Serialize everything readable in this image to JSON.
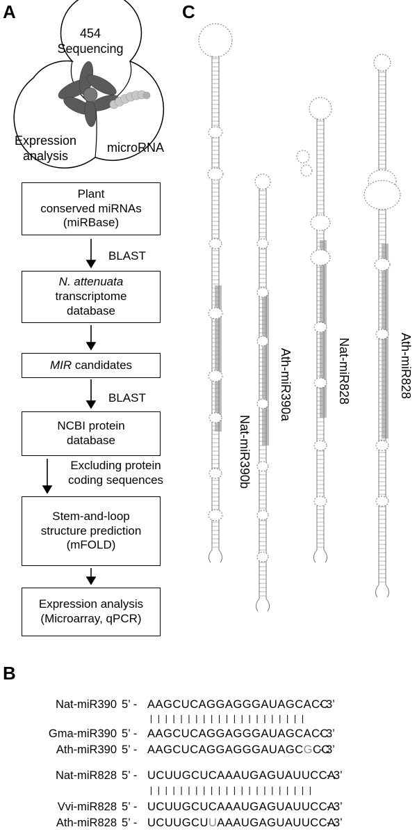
{
  "panels": {
    "a": "A",
    "b": "B",
    "c": "C"
  },
  "venn": {
    "top": [
      "454",
      "Sequencing"
    ],
    "left": [
      "Expression",
      "analysis"
    ],
    "right": "microRNA"
  },
  "flow": {
    "box1": [
      "Plant",
      "conserved miRNAs",
      "(miRBase)"
    ],
    "arrow1": "BLAST",
    "box2_italic": "N. attenuata",
    "box2_rest": [
      "transcriptome",
      "database"
    ],
    "box3_italic": "MIR",
    "box3_rest": " candidates",
    "arrow3": "BLAST",
    "box4": [
      "NCBI protein",
      "database"
    ],
    "arrow4": [
      "Excluding protein",
      "coding sequences"
    ],
    "box5": [
      "Stem-and-loop",
      "structure prediction",
      "(mFOLD)"
    ],
    "box6": [
      "Expression analysis",
      "(Microarray, qPCR)"
    ]
  },
  "hairpins": [
    {
      "label": "Nat-miR390b"
    },
    {
      "label": "Ath-miR390a"
    },
    {
      "label": "Nat-miR828"
    },
    {
      "label": "Ath-miR828"
    }
  ],
  "alignments": {
    "prime5": "5’ -",
    "prime3": "- 3’",
    "group1": [
      {
        "name": "Nat-miR390",
        "seq": "AAGCUCAGGAGGGAUAGCACC",
        "mismatch_index": -1
      },
      {
        "name": "Gma-miR390",
        "seq": "AAGCUCAGGAGGGAUAGCACC",
        "mismatch_index": -1
      },
      {
        "name": "Ath-miR390",
        "seq": "AAGCUCAGGAGGGAUAGCGCC",
        "mismatch_index": 18
      }
    ],
    "group2": [
      {
        "name": "Nat-miR828",
        "seq": "UCUUGCUCAAAUGAGUAUUCCA",
        "mismatch_index": -1
      },
      {
        "name": "Vvi-miR828",
        "seq": "UCUUGCUCAAAUGAGUAUUCCA",
        "mismatch_index": -1
      },
      {
        "name": "Ath-miR828",
        "seq": "UCUUGCUUAAAUGAGUAUUCCA",
        "mismatch_index": 7
      }
    ]
  }
}
